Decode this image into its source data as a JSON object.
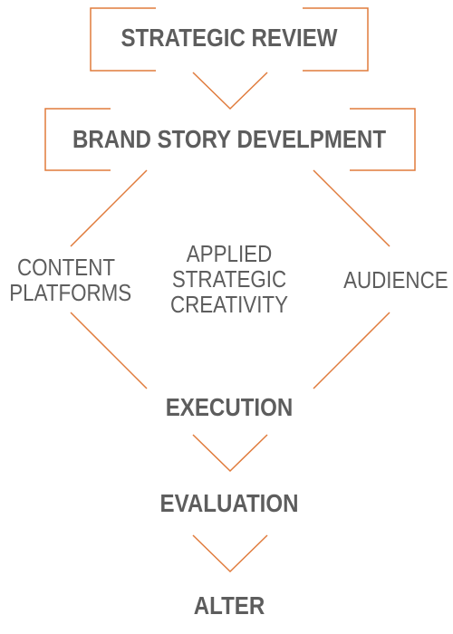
{
  "nodes": {
    "strategic_review": "STRATEGIC REVIEW",
    "brand_story": "BRAND STORY DEVELPMENT",
    "content_platforms": "CONTENT\nPLATFORMS",
    "applied_creativity": "APPLIED\nSTRATEGIC\nCREATIVITY",
    "audience": "AUDIENCE",
    "execution": "EXECUTION",
    "evaluation": "EVALUATION",
    "alter": "ALTER"
  },
  "colors": {
    "accent": "#e07b3c",
    "text": "#5d5d5d"
  }
}
